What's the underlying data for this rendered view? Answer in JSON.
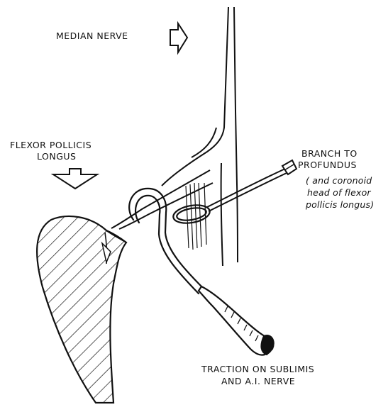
{
  "labels": {
    "median_nerve": "MEDIAN NERVE",
    "flexor_pollicis_line1": "FLEXOR POLLICIS",
    "flexor_pollicis_line2": "LONGUS",
    "branch_line1": "BRANCH TO",
    "branch_line2": "PROFUNDUS",
    "branch_note_line1": "( and coronoid",
    "branch_note_line2": "head of flexor",
    "branch_note_line3": "pollicis longus)",
    "traction_line1": "TRACTION ON SUBLIMIS",
    "traction_line2": "AND A.I. NERVE"
  },
  "icons": {
    "median_arrow": "right-hollow-arrow-icon",
    "flexor_arrow": "down-hollow-arrow-icon"
  },
  "colors": {
    "ink": "#111111",
    "background": "#ffffff"
  }
}
